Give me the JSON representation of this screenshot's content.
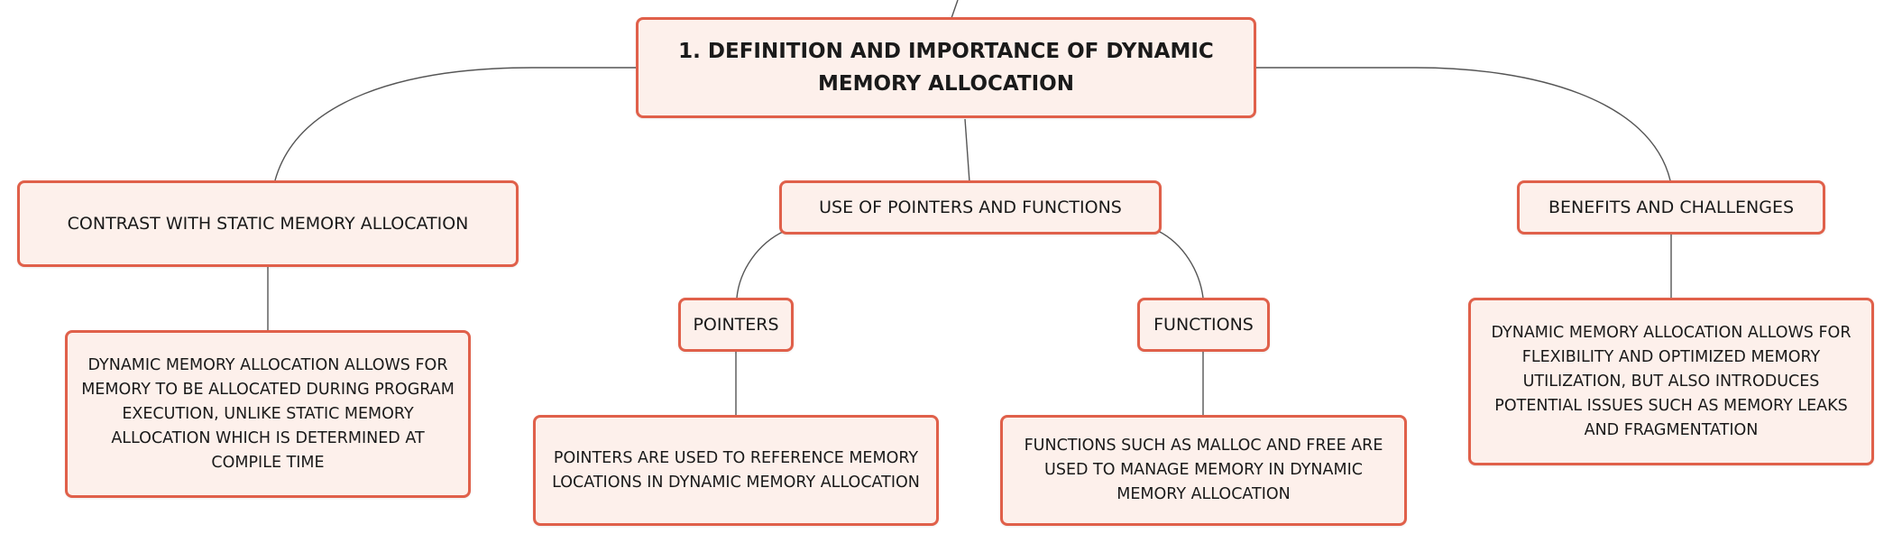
{
  "diagram": {
    "root": {
      "label": "1. Definition and Importance of Dynamic Memory Allocation"
    },
    "contrast": {
      "label": "Contrast with Static Memory Allocation",
      "detail": "Dynamic memory allocation allows for memory to be allocated during program execution, unlike static memory allocation which is determined at compile time"
    },
    "pointers_functions": {
      "label": "Use of Pointers and Functions",
      "pointers": {
        "label": "Pointers",
        "detail": "Pointers are used to reference memory locations in dynamic memory allocation"
      },
      "functions": {
        "label": "Functions",
        "detail": "Functions such as malloc and free are used to manage memory in dynamic memory allocation"
      }
    },
    "benefits": {
      "label": "Benefits and Challenges",
      "detail": "Dynamic memory allocation allows for flexibility and optimized memory utilization, but also introduces potential issues such as memory leaks and fragmentation"
    }
  },
  "colors": {
    "node_fill": "#fdf0eb",
    "node_border": "#e0604a",
    "connector": "#555555"
  }
}
